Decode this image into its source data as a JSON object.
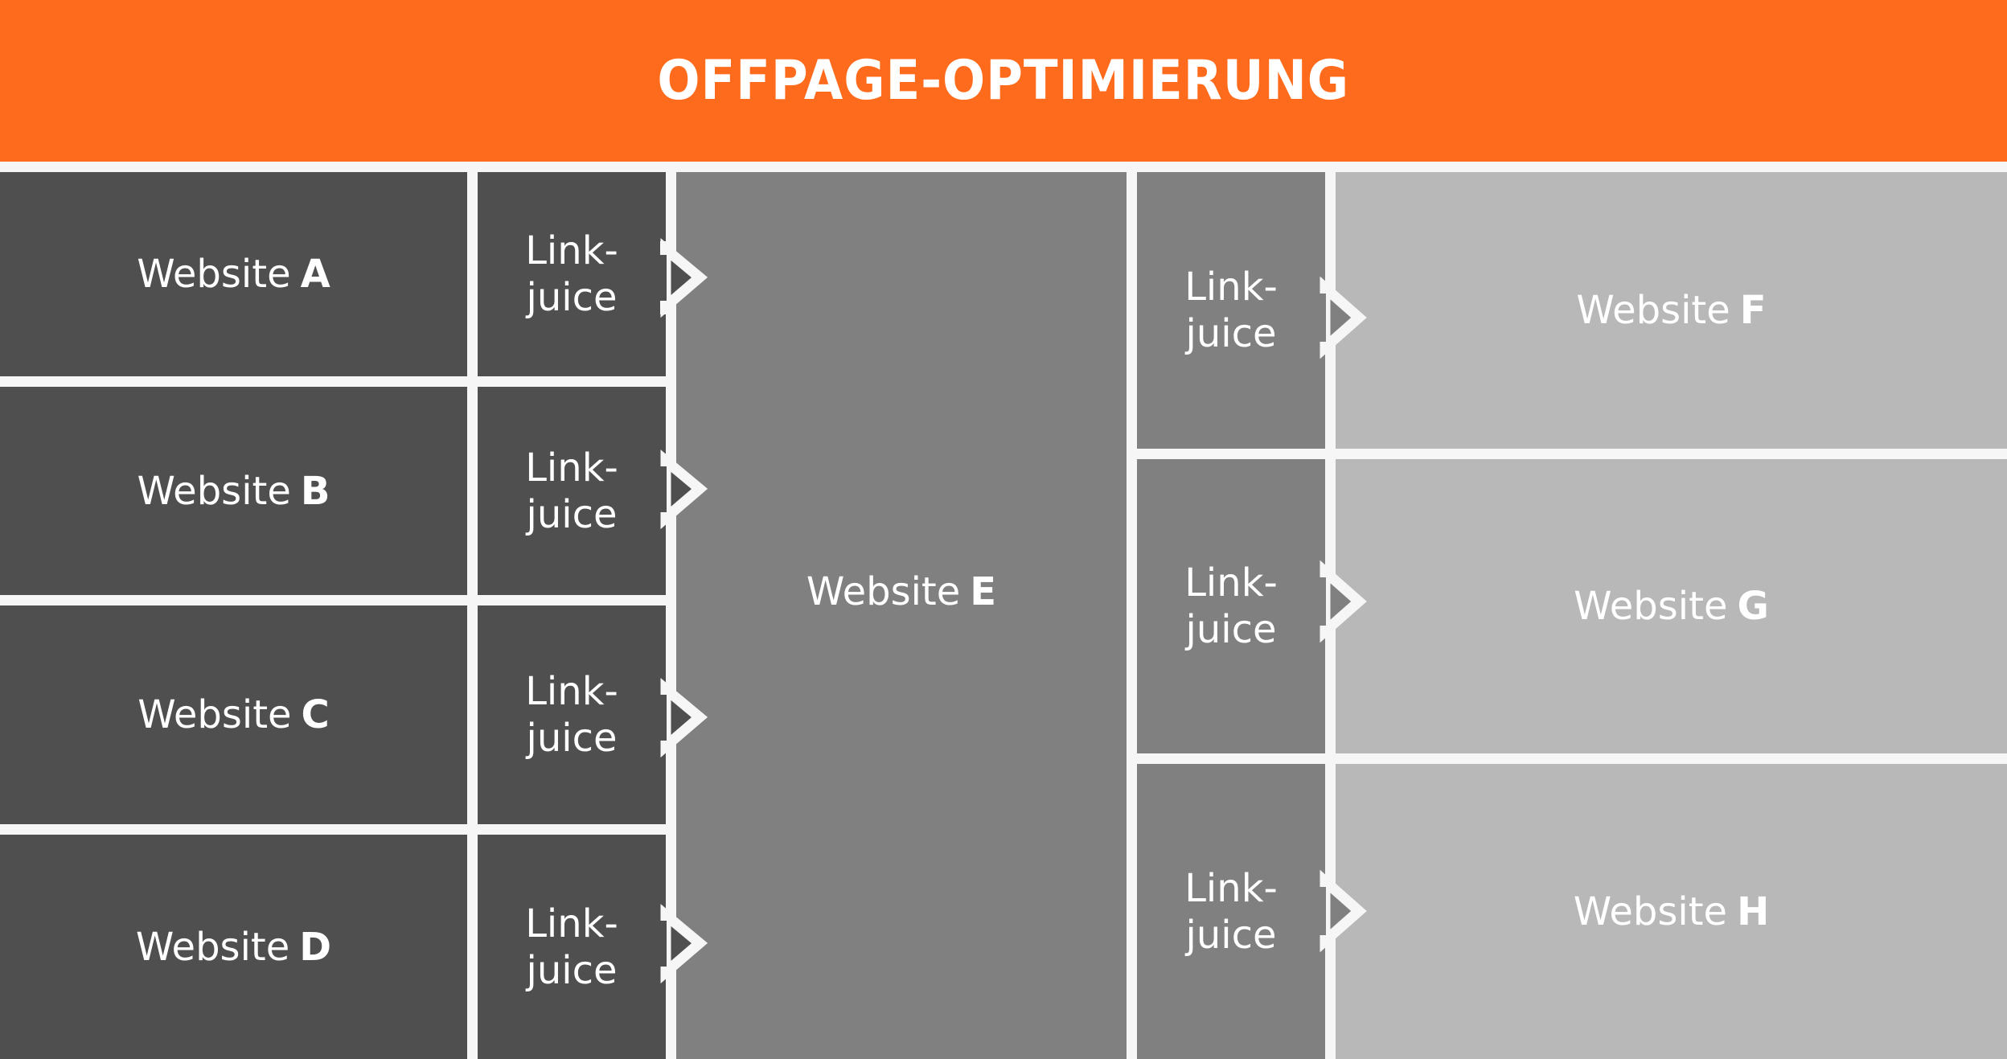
{
  "header": {
    "title": "OFFPAGE-OPTIMIERUNG"
  },
  "colors": {
    "accent": "#FF6B1C",
    "dark": "#4F4F4F",
    "mid": "#808080",
    "light": "#B8B8B8",
    "gap": "#F6F6F6"
  },
  "left_sites": [
    {
      "prefix": "Website",
      "letter": "A"
    },
    {
      "prefix": "Website",
      "letter": "B"
    },
    {
      "prefix": "Website",
      "letter": "C"
    },
    {
      "prefix": "Website",
      "letter": "D"
    }
  ],
  "left_linkjuice": [
    {
      "line1": "Link-",
      "line2": "juice"
    },
    {
      "line1": "Link-",
      "line2": "juice"
    },
    {
      "line1": "Link-",
      "line2": "juice"
    },
    {
      "line1": "Link-",
      "line2": "juice"
    }
  ],
  "center_site": {
    "prefix": "Website",
    "letter": "E"
  },
  "right_linkjuice": [
    {
      "line1": "Link-",
      "line2": "juice"
    },
    {
      "line1": "Link-",
      "line2": "juice"
    },
    {
      "line1": "Link-",
      "line2": "juice"
    }
  ],
  "right_sites": [
    {
      "prefix": "Website",
      "letter": "F"
    },
    {
      "prefix": "Website",
      "letter": "G"
    },
    {
      "prefix": "Website",
      "letter": "H"
    }
  ]
}
